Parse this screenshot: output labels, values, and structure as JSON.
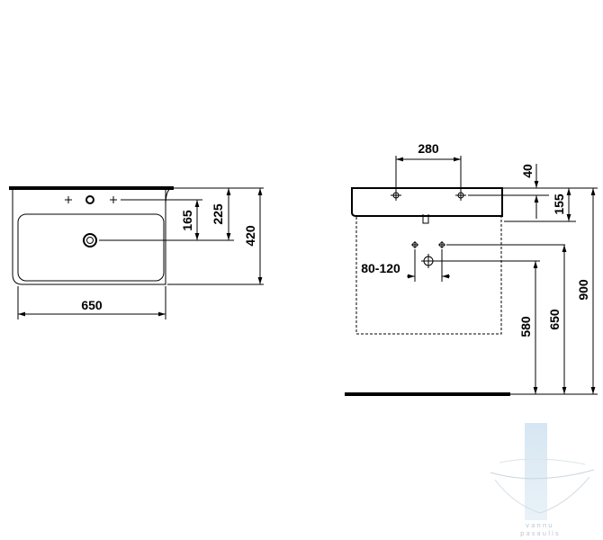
{
  "plan_view": {
    "width_label": "650",
    "tap_offset_label": "165",
    "tap_offset_2_label": "225",
    "depth_label": "420"
  },
  "side_view": {
    "tap_spacing_label": "280",
    "rim_thickness_label": "40",
    "basin_height_label": "155",
    "drain_offset_label": "80-120",
    "height_580_label": "580",
    "height_650_label": "650",
    "height_900_label": "900"
  },
  "watermark": {
    "line1": "vannu",
    "line2": "pasaulis"
  }
}
